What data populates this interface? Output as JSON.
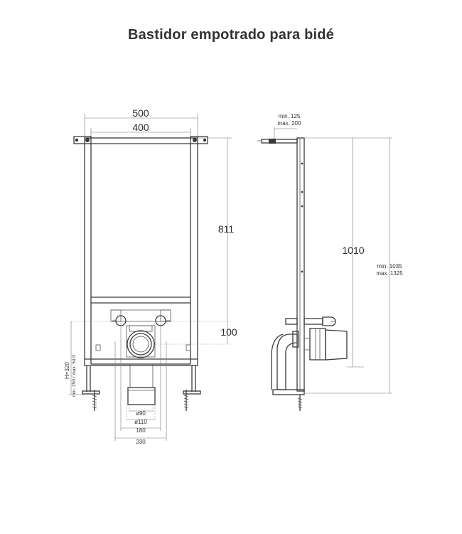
{
  "title": "Bastidor empotrado para bidé",
  "front_view": {
    "width_outer": "500",
    "width_inner": "400",
    "height_frame": "811",
    "offset_height": "100",
    "height_label": "H=320",
    "height_range": "min. 250 / max. 54 0",
    "pipe_inner": "ø90",
    "pipe_outer": "ø110",
    "spacing_180": "180",
    "spacing_230": "230"
  },
  "side_view": {
    "depth_min": "min. 125",
    "depth_max": "max. 200",
    "height_total": "1010",
    "height_min": "min. 1035",
    "height_max": "max. 1325"
  },
  "colors": {
    "line": "#3a3a3a",
    "dimension": "#777777",
    "title": "#333333"
  }
}
